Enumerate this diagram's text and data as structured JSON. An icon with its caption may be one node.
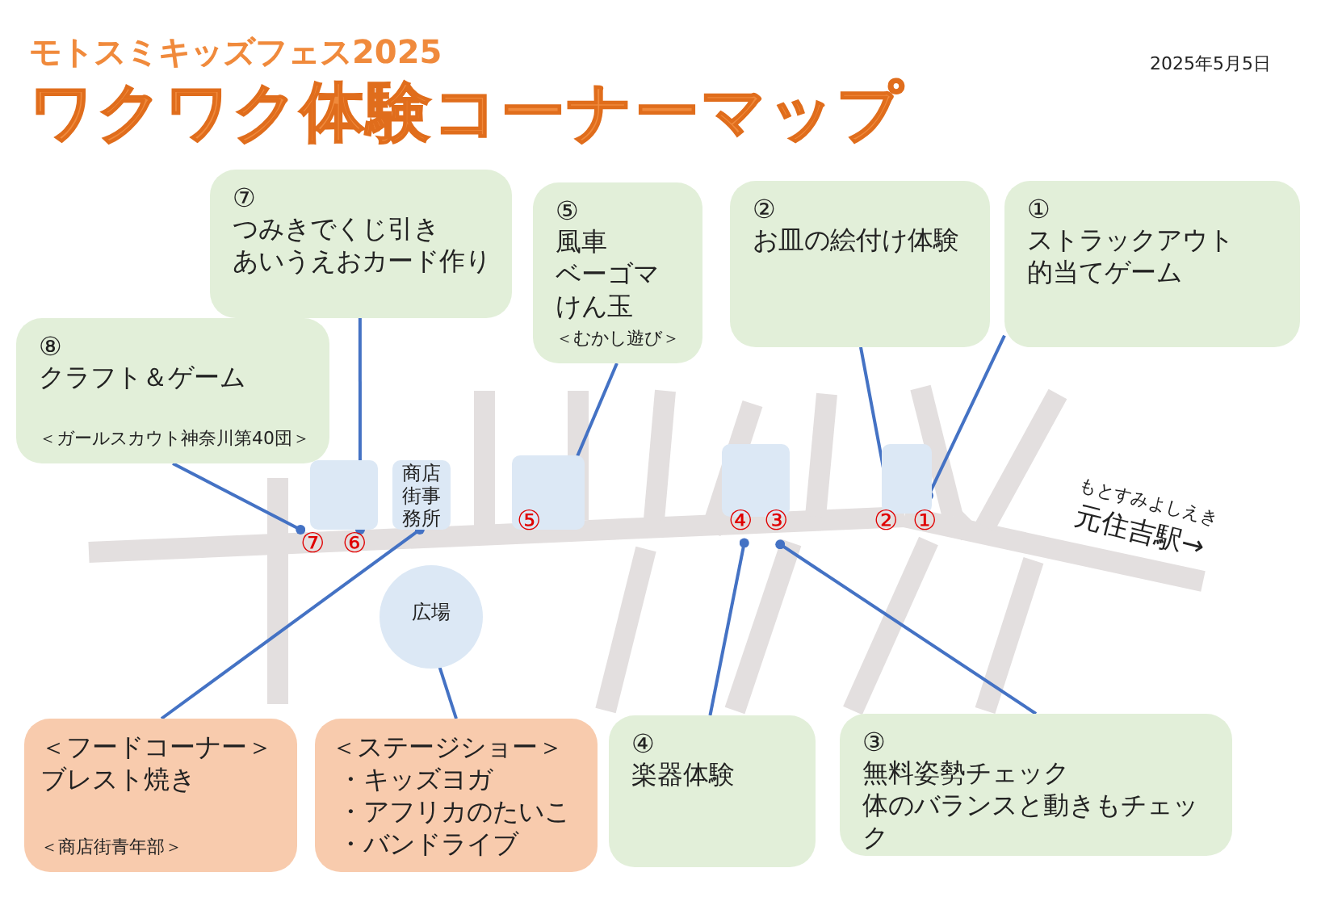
{
  "diagram": {
    "title": "ワクワク体験コーナーマップ",
    "nodes": [
      {
        "text": [
          "⑦",
          "つみきでくじ引き",
          "あいうえおカード作り"
        ]
      },
      {
        "text": [
          "⑤",
          "風車",
          "ベーゴマ",
          "けん玉",
          "＜むかし遊び＞"
        ]
      },
      {
        "text": [
          "②",
          "お皿の絵付け体験"
        ]
      },
      {
        "text": [
          "①",
          "ストラックアウト",
          "的当てゲーム"
        ]
      },
      {
        "text": [
          "⑧",
          "クラフト＆ゲーム",
          "＜ガールスカウト神奈川第40団＞"
        ]
      },
      {
        "text": [],
        "shape": "box"
      },
      {
        "text": [
          "商店街事務所"
        ]
      },
      {
        "text": [],
        "shape": "box"
      },
      {
        "text": [],
        "shape": "box"
      },
      {
        "text": [],
        "shape": "box"
      },
      {
        "text": [
          "広場"
        ]
      },
      {
        "text": [
          "＜フードコーナー＞",
          "ブレスト焼き",
          "＜商店街青年部＞"
        ]
      },
      {
        "text": [
          "＜ステージショー＞",
          "・キッズヨガ",
          "・アフリカのたいこ",
          "・バンドライブ"
        ]
      },
      {
        "text": [
          "④",
          "楽器体験"
        ]
      },
      {
        "text": [
          "③",
          "無料姿勢チェック",
          "体のバランスと動きもチェック"
        ]
      }
    ],
    "edges": [
      {
        "from": 0,
        "to": 5,
        "arrow": "other"
      },
      {
        "from": 4,
        "to": 5,
        "arrow": "other"
      },
      {
        "from": 11,
        "to": 6,
        "arrow": "other"
      },
      {
        "from": 1,
        "to": 7,
        "arrow": "other"
      },
      {
        "from": 2,
        "to": 9,
        "arrow": "other"
      },
      {
        "from": 3,
        "to": 9,
        "arrow": "other"
      },
      {
        "from": 13,
        "to": 8,
        "arrow": "other"
      },
      {
        "from": 14,
        "to": 8,
        "arrow": "other"
      },
      {
        "from": 12,
        "to": 10,
        "arrow": "other"
      }
    ],
    "labels": [
      "モトスミキッズフェス2025",
      "2025年5月5日",
      "⑦",
      "⑥",
      "⑤",
      "④",
      "③",
      "②",
      "①",
      "もとすみよしえき",
      "元住吉駅→"
    ]
  }
}
